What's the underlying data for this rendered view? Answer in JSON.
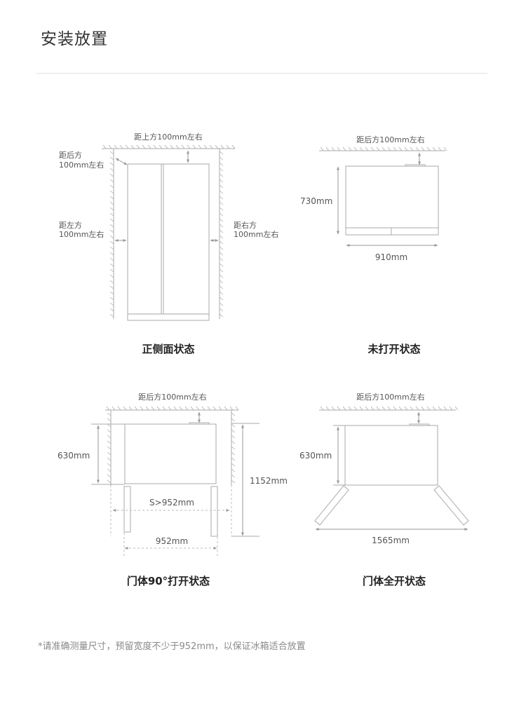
{
  "header": {
    "title": "安装放置"
  },
  "diagrams": {
    "front": {
      "top_gap": "距上方100mm左右",
      "back_gap_1": "距后方",
      "back_gap_2": "100mm左右",
      "left_gap_1": "距左方",
      "left_gap_2": "100mm左右",
      "right_gap_1": "距右方",
      "right_gap_2": "100mm左右",
      "caption": "正侧面状态"
    },
    "closed": {
      "back_gap": "距后方100mm左右",
      "depth": "730mm",
      "width": "910mm",
      "caption": "未打开状态"
    },
    "open90": {
      "back_gap": "距后方100mm左右",
      "depth": "630mm",
      "total_depth": "1152mm",
      "space": "S>952mm",
      "width": "952mm",
      "caption": "门体90°打开状态"
    },
    "fullopen": {
      "back_gap": "距后方100mm左右",
      "depth": "630mm",
      "width": "1565mm",
      "caption": "门体全开状态"
    }
  },
  "footnote": "*请准确测量尺寸，预留宽度不少于952mm，以保证冰箱适合放置"
}
